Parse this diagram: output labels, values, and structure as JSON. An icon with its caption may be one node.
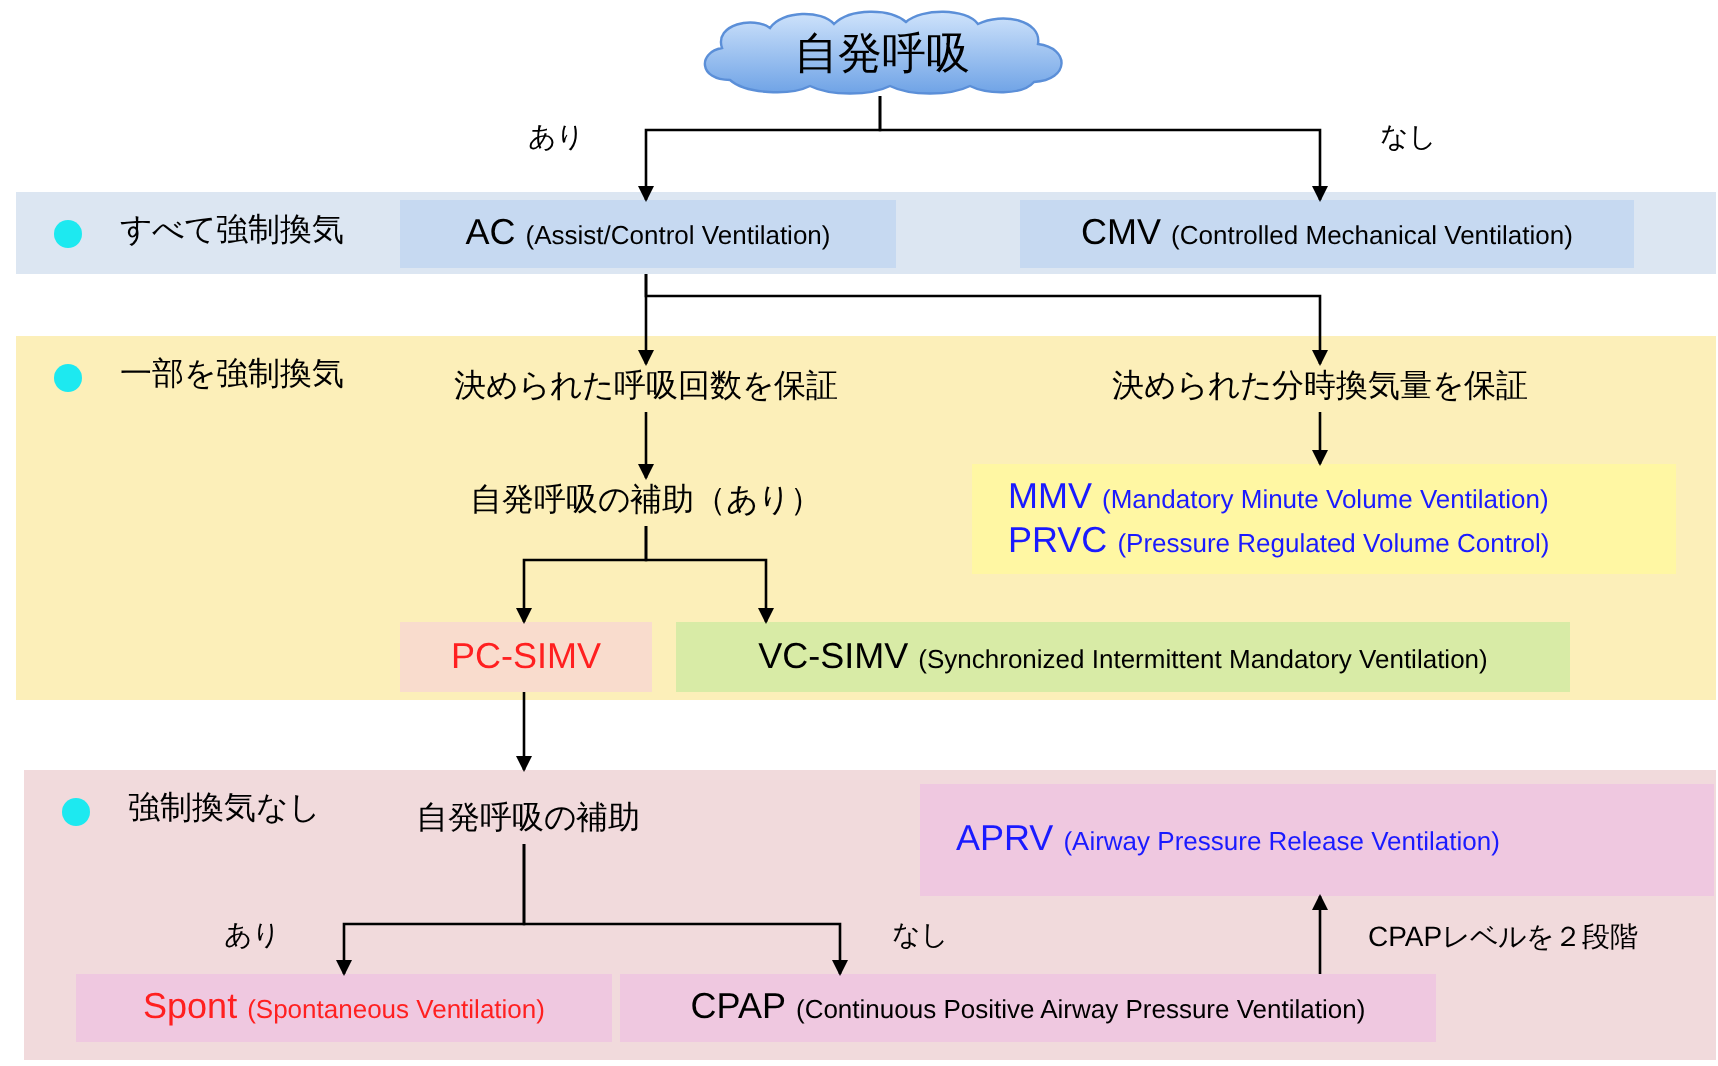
{
  "diagram": {
    "nodes": [
      {
        "text": [
          "自発呼吸"
        ]
      },
      {
        "text": [
          "すべて強制換気"
        ]
      },
      {
        "text": [
          "AC",
          "(Assist/Control Ventilation)"
        ],
        "in": 1
      },
      {
        "text": [
          "CMV",
          "(Controlled Mechanical Ventilation)"
        ],
        "in": 1
      },
      {
        "text": [
          "一部を強制換気"
        ]
      },
      {
        "text": [
          "決められた呼吸回数を保証"
        ],
        "in": 4
      },
      {
        "text": [
          "決められた分時換気量を保証"
        ],
        "in": 4
      },
      {
        "text": [
          "自発呼吸の補助（あり）"
        ],
        "in": 4
      },
      {
        "text": [
          "MMV",
          "(Mandatory Minute Volume Ventilation)",
          "PRVC",
          "(Pressure Regulated Volume Control)"
        ],
        "in": 4
      },
      {
        "text": [
          "PC-SIMV"
        ],
        "in": 4
      },
      {
        "text": [
          "VC-SIMV",
          "(Synchronized Intermittent Mandatory Ventilation)"
        ],
        "in": 4
      },
      {
        "text": [
          "強制換気なし"
        ]
      },
      {
        "text": [
          "自発呼吸の補助"
        ],
        "in": 11
      },
      {
        "text": [
          "APRV",
          "(Airway Pressure Release Ventilation)"
        ],
        "in": 11
      },
      {
        "text": [
          "Spont",
          "(Spontaneous Ventilation)"
        ],
        "in": 11
      },
      {
        "text": [
          "CPAP",
          "(Continuous Positive Airway Pressure Ventilation)"
        ],
        "in": 11
      }
    ],
    "edges": [
      {
        "from": 0,
        "to": 2,
        "arrow": "to",
        "label": "あり"
      },
      {
        "from": 0,
        "to": 3,
        "arrow": "to",
        "label": "なし"
      },
      {
        "from": 1,
        "to": 5,
        "arrow": "to"
      },
      {
        "from": 1,
        "to": 6,
        "arrow": "to"
      },
      {
        "from": 5,
        "to": 7,
        "arrow": "to"
      },
      {
        "from": 6,
        "to": 8,
        "arrow": "to"
      },
      {
        "from": 7,
        "to": 9,
        "arrow": "to"
      },
      {
        "from": 7,
        "to": 10,
        "arrow": "to"
      },
      {
        "from": 9,
        "to": 11,
        "arrow": "to"
      },
      {
        "from": 12,
        "to": 14,
        "arrow": "to",
        "label": "あり"
      },
      {
        "from": 12,
        "to": 15,
        "arrow": "to",
        "label": "なし"
      },
      {
        "from": 15,
        "to": 13,
        "arrow": "to",
        "label": "CPAPレベルを２段階"
      }
    ]
  }
}
